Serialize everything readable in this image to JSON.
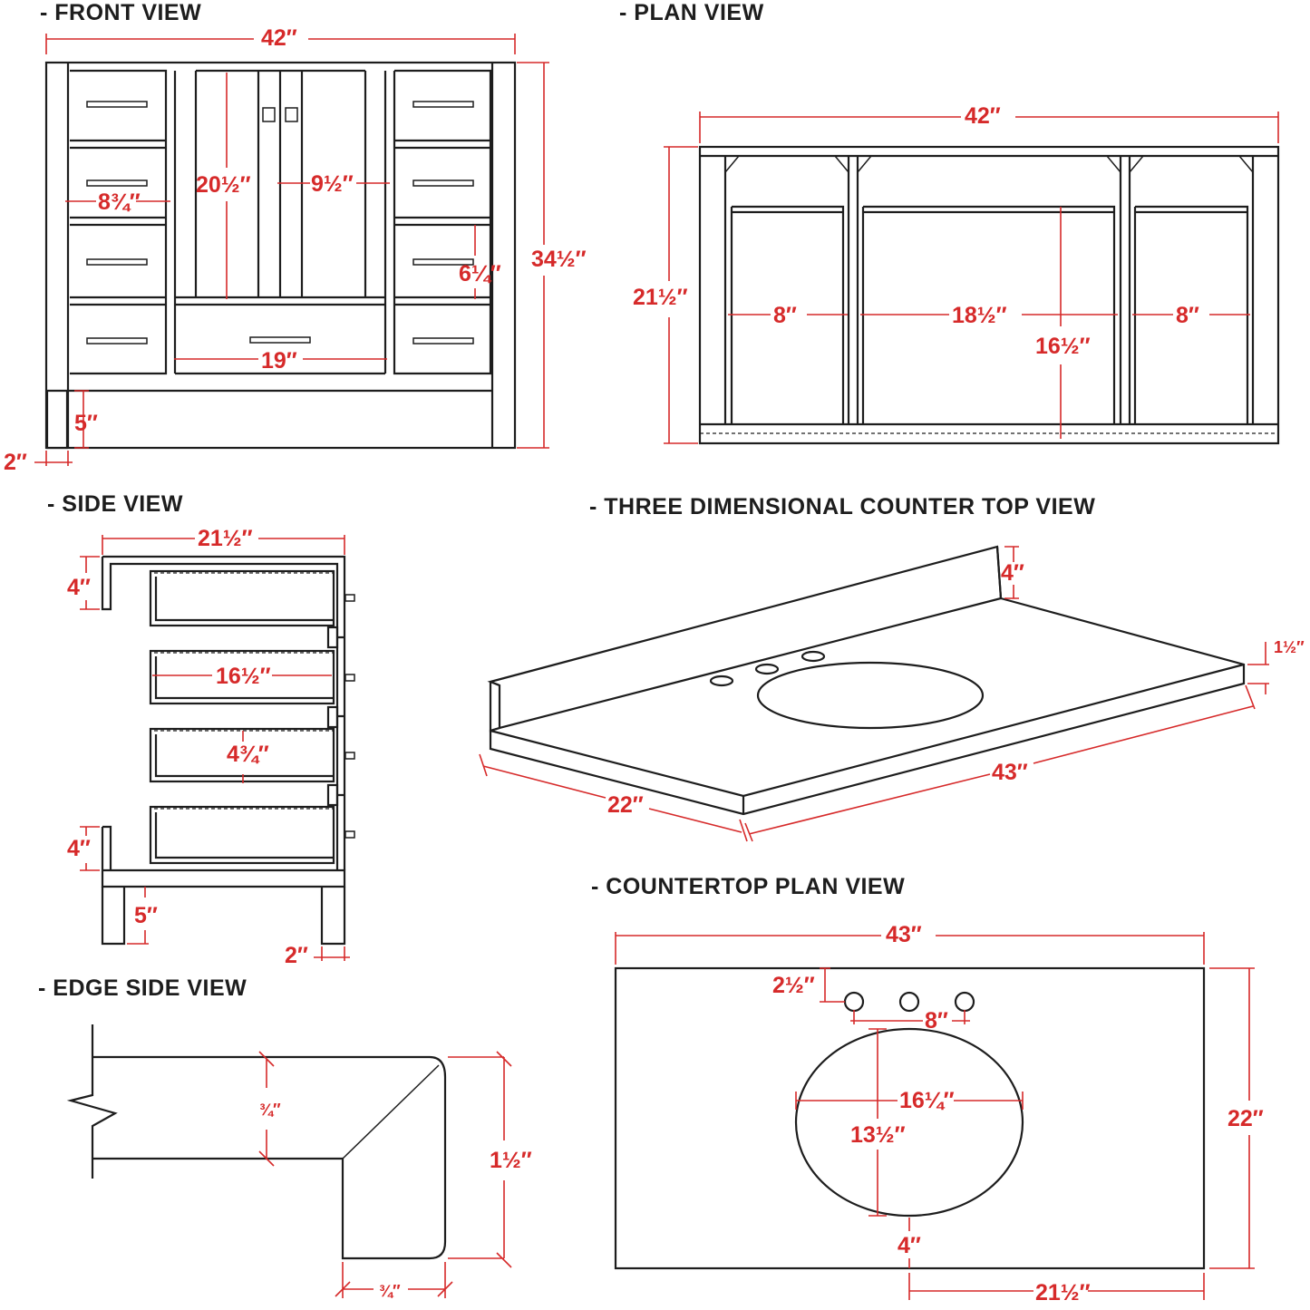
{
  "titles": {
    "front": "- FRONT VIEW",
    "plan": "- PLAN VIEW",
    "side": "- SIDE VIEW",
    "three_d": "- THREE DIMENSIONAL COUNTER TOP VIEW",
    "edge": "- EDGE SIDE VIEW",
    "countertop_plan": "- COUNTERTOP PLAN VIEW"
  },
  "front": {
    "width": "42″",
    "height": "34½″",
    "door_height": "20½″",
    "door_width": "9½″",
    "drawer_width": "8¾″",
    "drawer_height": "6¼″",
    "bottom_drawer": "19″",
    "toe_kick": "5″",
    "leg": "2″"
  },
  "plan": {
    "width": "42″",
    "depth": "21½″",
    "left_opening": "8″",
    "center_opening": "18½″",
    "right_opening": "8″",
    "inner_depth": "16½″"
  },
  "side": {
    "depth": "21½″",
    "top_rail": "4″",
    "shelf_depth": "16½″",
    "drawer_height": "4¾″",
    "bottom_rail": "4″",
    "toe_kick": "5″",
    "leg": "2″"
  },
  "three_d": {
    "backsplash": "4″",
    "thickness": "1½″",
    "length": "43″",
    "depth": "22″"
  },
  "edge": {
    "top": "¾″",
    "height": "1½″",
    "bottom": "¾″"
  },
  "countertop_plan": {
    "width": "43″",
    "depth": "22″",
    "faucet_offset": "2½″",
    "faucet_spread": "8″",
    "sink_width": "16¼″",
    "sink_depth": "13½″",
    "front_offset": "4″",
    "center_offset": "21½″"
  }
}
